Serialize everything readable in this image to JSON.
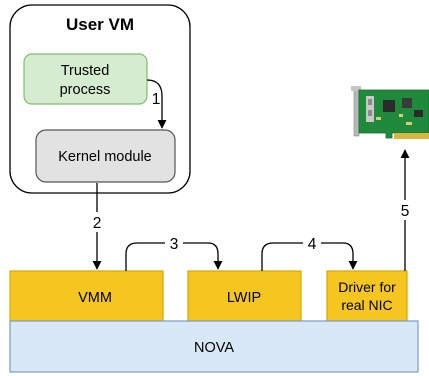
{
  "diagram": {
    "user_vm": {
      "title": "User VM"
    },
    "trusted_process": {
      "line1": "Trusted",
      "line2": "process"
    },
    "kernel_module": {
      "label": "Kernel module"
    },
    "vmm": {
      "label": "VMM"
    },
    "lwip": {
      "label": "LWIP"
    },
    "driver": {
      "line1": "Driver for",
      "line2": "real NIC"
    },
    "nova": {
      "label": "NOVA"
    },
    "steps": [
      "1",
      "2",
      "3",
      "4",
      "5"
    ],
    "nic_card_icon": "network-card-icon"
  },
  "colors": {
    "gold_box": "#f5c61f",
    "gold_border": "#d9a800",
    "nova_fill": "#d9e8f7",
    "nova_border": "#7a9cc6",
    "trusted_fill": "#d5ecd0",
    "trusted_border": "#7dbf6e",
    "kernel_fill": "#e2e2e2",
    "pcb_green": "#1f8a3c"
  }
}
